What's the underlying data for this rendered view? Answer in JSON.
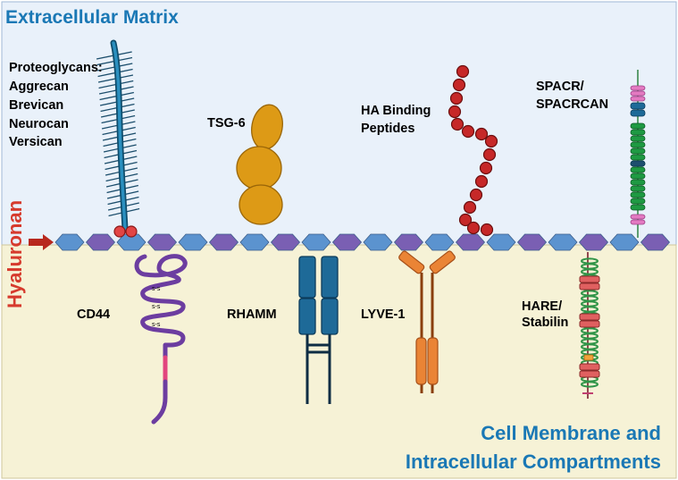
{
  "regions": {
    "top": "Extracellular Matrix",
    "bottom_line1": "Cell Membrane and",
    "bottom_line2": "Intracellular Compartments"
  },
  "membrane": {
    "label": "Hyaluronan"
  },
  "molecules": {
    "proteoglycans": [
      "Proteoglycans:",
      "Aggrecan",
      "Brevican",
      "Neurocan",
      "Versican"
    ],
    "tsg6": "TSG-6",
    "ha_binding": [
      "HA Binding",
      "Peptides"
    ],
    "spacr": [
      "SPACR/",
      "SPACRCAN"
    ],
    "cd44": "CD44",
    "cd44_bond": "s-s",
    "rhamm": "RHAMM",
    "lyve1": "LYVE-1",
    "hare": [
      "HARE/",
      "Stabilin"
    ]
  },
  "colors": {
    "ecm_bg": "#e9f1fa",
    "cell_bg": "#f6f2d6",
    "title_blue": "#1a78b5",
    "hyaluronan_red": "#d63a2d",
    "hex_blue": "#5b93cf",
    "hex_purple": "#7a5fb3",
    "proteoglycan": "#1b6e96",
    "tsg6": "#dd9a16",
    "beads": "#c62828",
    "cd44": "#7b4cac",
    "cd44_pink": "#e2457e",
    "rhamm": "#1e6a98",
    "lyve1": "#ea8435",
    "hare_green": "#2f9447",
    "hare_red": "#e06060",
    "spacr_green": "#1f9a43",
    "spacr_pink": "#e37ac1"
  }
}
